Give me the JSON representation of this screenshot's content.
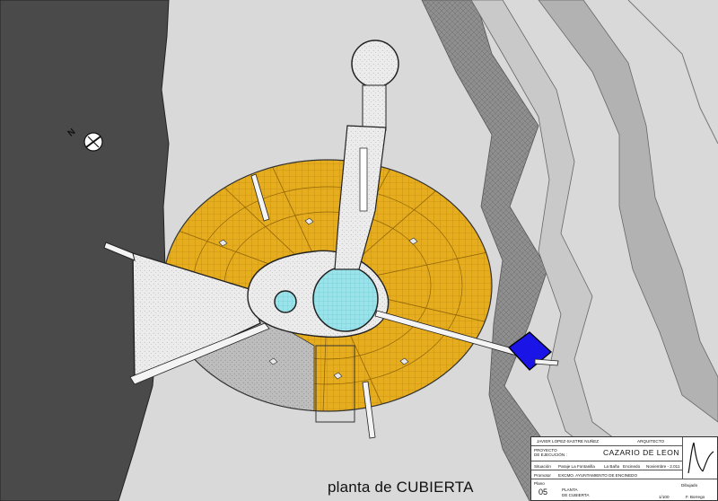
{
  "drawing": {
    "title": "planta de CUBIERTA",
    "north_symbol": "N",
    "colors": {
      "terrain_dark": "#4a4a4a",
      "site_ground": "#d9d9d9",
      "road_gray": "#9c9c9c",
      "roof_yellow": "#e6ad1e",
      "paving_light": "#e8e8e8",
      "pool_cyan": "#9be3ea",
      "blue_box": "#1a14e6"
    }
  },
  "title_block": {
    "author": "JAVIER LOPEZ-SASTRE NUÑEZ",
    "role": "ARQUITECTO",
    "phase_line1": "PROYECTO",
    "phase_line2": "DE EJECUCIÓN :",
    "project": "CAZARIO DE LEON",
    "location_label": "Situación",
    "location_1": "Paraje La Fontanilla",
    "location_2": "La Baña",
    "location_3": "Encinedo",
    "date": "Noviembre - 2.011",
    "client_label": "Promotor",
    "client": "EXCMO. AYUNTAMIENTO DE ENCINEDO",
    "plan_label": "Plano",
    "plan_number": "05",
    "plan_name_1": "PLANTA",
    "plan_name_2": "DE CUBIERTA",
    "scale": "1/100",
    "drawn_label": "Dibujado",
    "drawn_by": "F. Borrego"
  }
}
